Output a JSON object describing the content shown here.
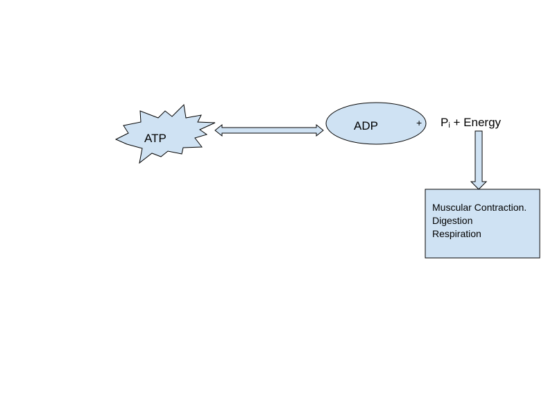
{
  "nodes": {
    "atp": {
      "label": "ATP"
    },
    "adp": {
      "label": "ADP"
    },
    "plus": "+",
    "products": {
      "p": "P",
      "sub": "i",
      "rest": " + Energy"
    }
  },
  "outcomes": [
    "Muscular Contraction.",
    "Digestion",
    "Respiration"
  ],
  "colors": {
    "fill": "#cfe2f3",
    "stroke": "#000000",
    "background": "#ffffff"
  }
}
